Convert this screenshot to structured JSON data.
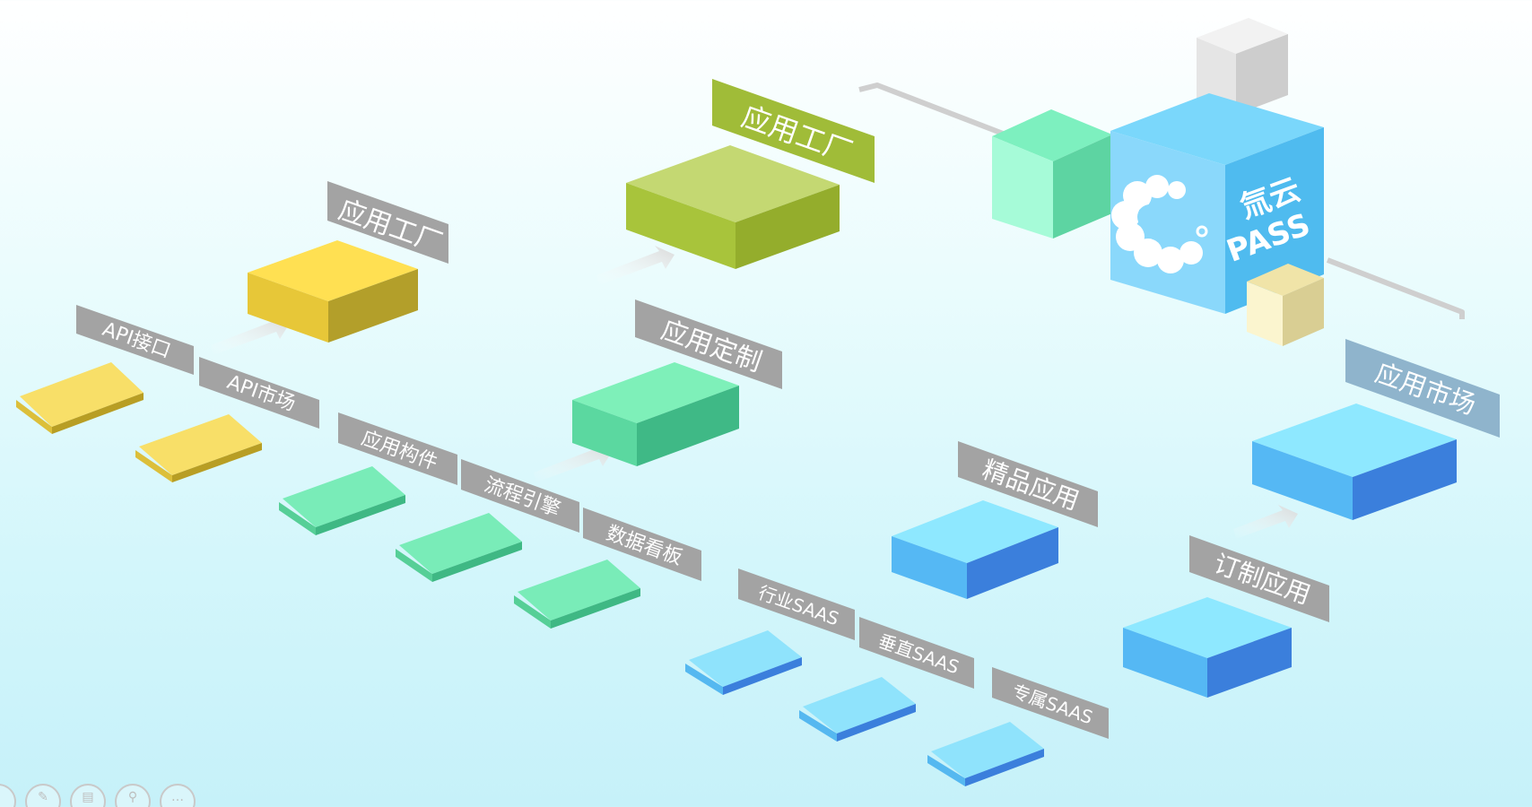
{
  "labels": {
    "factory_left": "应用工厂",
    "api_port": "API接口",
    "api_market": "API市场",
    "app_component": "应用构件",
    "flow_engine": "流程引擎",
    "data_board": "数据看板",
    "factory_top": "应用工厂",
    "app_custom": "应用定制",
    "premium_apps": "精品应用",
    "industry_saas": "行业SAAS",
    "vertical_saas": "垂直SAAS",
    "dedicated_saas": "专属SAAS",
    "custom_apps": "订制应用",
    "app_market": "应用市场"
  },
  "brand": {
    "line1": "氚云",
    "line2": "PASS"
  },
  "toolbar": {
    "icons": [
      "previous-icon",
      "pen-icon",
      "slides-icon",
      "zoom-icon",
      "more-icon"
    ],
    "glyphs": [
      "‹",
      "✎",
      "▤",
      "⚲",
      "…"
    ]
  },
  "colors": {
    "yellow": "#f2d84e",
    "green": "#5fd9a2",
    "olive": "#a8c43b",
    "blue": "#5cc5f3",
    "tag_gray": "#a3a3a3",
    "tag_olive": "#a0bc38",
    "tag_blue": "#8fb4cc"
  }
}
